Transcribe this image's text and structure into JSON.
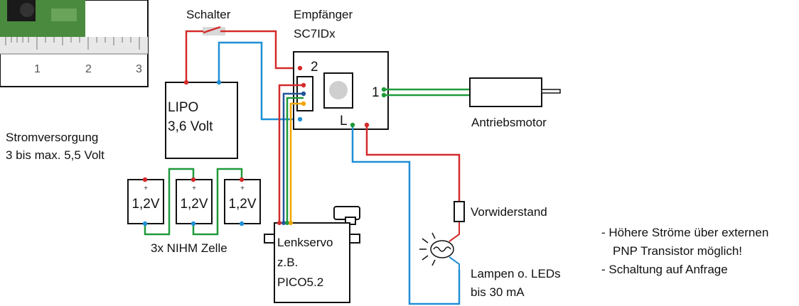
{
  "switch": {
    "label": "Schalter"
  },
  "receiver": {
    "title": "Empfänger",
    "model": "SC7IDx",
    "pin_2": "2",
    "pin_1": "1",
    "pin_l": "L"
  },
  "lipo": {
    "name": "LIPO",
    "voltage": "3,6 Volt"
  },
  "power_supply": {
    "line1": "Stromversorgung",
    "line2": "3 bis max. 5,5 Volt"
  },
  "cells": {
    "items": [
      {
        "voltage": "1,2V",
        "plus": "+"
      },
      {
        "voltage": "1,2V",
        "plus": "+"
      },
      {
        "voltage": "1,2V",
        "plus": "+"
      }
    ],
    "caption": "3x NIHM Zelle"
  },
  "motor": {
    "label": "Antriebsmotor"
  },
  "servo": {
    "line1": "Lenkservo",
    "line2": "z.B.",
    "line3": "PICO5.2"
  },
  "resistor": {
    "label": "Vorwiderstand"
  },
  "lamp": {
    "line1": "Lampen o. LEDs",
    "line2": "bis 30 mA"
  },
  "notes": {
    "line1": "-  Höhere Ströme über externen",
    "line2": "PNP Transistor möglich!",
    "line3": "-  Schaltung auf Anfrage"
  },
  "ruler": {
    "ticks": [
      "1",
      "2",
      "3"
    ]
  },
  "colors": {
    "red": "#d42a2a",
    "blue": "#1e8fd6",
    "green": "#1f9a3a",
    "orange": "#f0a500",
    "darkblue": "#22559a"
  }
}
